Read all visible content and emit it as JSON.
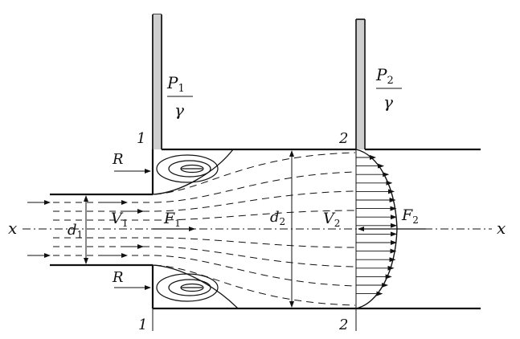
{
  "labels": {
    "p1": {
      "main": "P",
      "sub": "1",
      "den": "γ"
    },
    "p2": {
      "main": "P",
      "sub": "2",
      "den": "γ"
    },
    "section1_top": "1",
    "section1_bottom": "1",
    "section2_top": "2",
    "section2_bottom": "2",
    "r_top": "R",
    "r_bottom": "R",
    "x_left": "x",
    "x_right": "x",
    "d1": {
      "main": "d",
      "sub": "1"
    },
    "d2": {
      "main": "d",
      "sub": "2"
    },
    "v1": {
      "main": "V",
      "sub": "1"
    },
    "v2": {
      "main": "V",
      "sub": "2"
    },
    "f1": {
      "main": "F",
      "sub": "1"
    },
    "f2": {
      "main": "F",
      "sub": "2"
    }
  },
  "colors": {
    "ink": "#111111",
    "background": "#ffffff"
  }
}
